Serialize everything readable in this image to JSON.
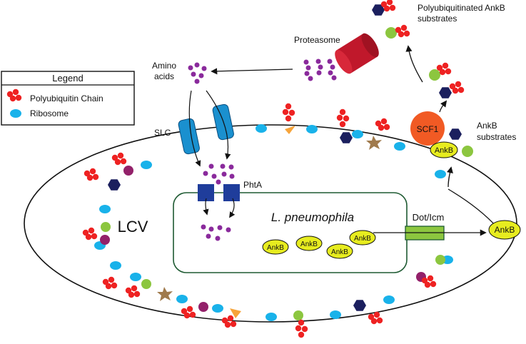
{
  "legend": {
    "title": "Legend",
    "items": [
      {
        "label": "Polyubiquitin Chain",
        "icon": "polyubiquitin-chain-icon"
      },
      {
        "label": "Ribosome",
        "icon": "ribosome-icon"
      }
    ]
  },
  "labels": {
    "polyubiquitinated": "Polyubiquitinated AnkB",
    "substrates_line": "substrates",
    "proteasome": "Proteasome",
    "amino_line1": "Amino",
    "amino_line2": "acids",
    "slc": "SLC",
    "phta": "PhtA",
    "lcv": "LCV",
    "organism": "L. pneumophila",
    "dot_icm": "Dot/Icm",
    "scf1": "SCF1",
    "ankb_sub_line1": "AnkB",
    "ankb_sub_line2": "substrates",
    "ankb": "AnkB"
  },
  "colors": {
    "ubiquitin": "#ee2222",
    "ribosome": "#19b2ea",
    "proteasome": "#c0182b",
    "amino_acid": "#8a2a9c",
    "transporter": "#1a90cf",
    "phta": "#1f3d9b",
    "ankb": "#e7ec1f",
    "scf1": "#f15a24",
    "dot_icm": "#8cc63f",
    "bacterium_outline": "#1e5a32",
    "hexagon": "#1b1f5e",
    "green_protein": "#8cc63f",
    "purple_protein": "#93216a",
    "triangle": "#f7a43a",
    "star": "#a07a4c"
  }
}
